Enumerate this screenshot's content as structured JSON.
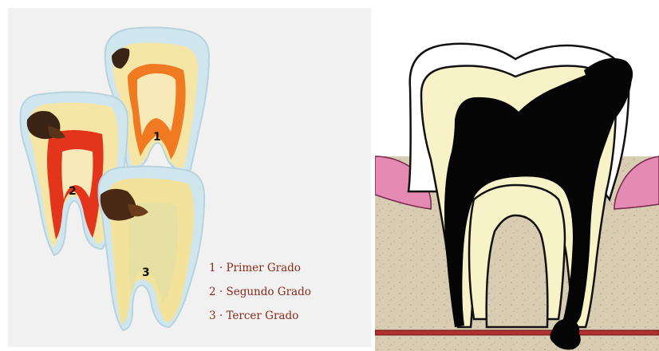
{
  "diagram": {
    "left": {
      "tooth_labels": [
        "1",
        "2",
        "3"
      ],
      "legend": [
        "1 · Primer Grado",
        "2 · Segundo Grado",
        "3 · Tercer Grado"
      ]
    }
  }
}
